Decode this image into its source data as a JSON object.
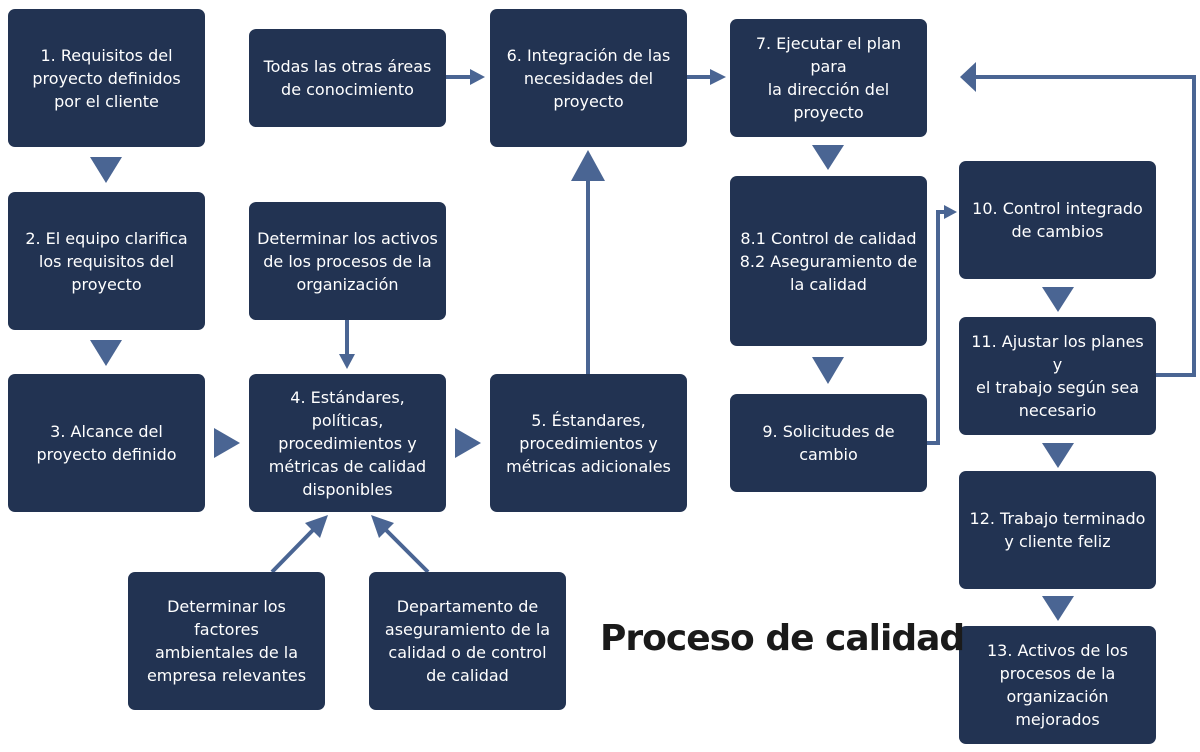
{
  "title": "Proceso de calidad",
  "colors": {
    "box": "#223352",
    "arrow": "#4a6593",
    "text": "#ffffff",
    "title": "#1a1a1a"
  },
  "nodes": {
    "n1": "1. Requisitos del\nproyecto definidos\npor el cliente",
    "n2": "2. El equipo clarifica\nlos requisitos del\nproyecto",
    "n3": "3. Alcance del\nproyecto definido",
    "n_other": "Todas las otras áreas\nde conocimiento",
    "n_activos": "Determinar los activos\nde los procesos de la\norganización",
    "n4": "4. Estándares, políticas,\nprocedimientos y\nmétricas de calidad\ndisponibles",
    "n_factores": "Determinar los factores\nambientales de la\nempresa relevantes",
    "n_depto": "Departamento de\naseguramiento de la\ncalidad o de control\nde calidad",
    "n6": "6. Integración de las\nnecesidades del\nproyecto",
    "n5": "5. Éstandares,\nprocedimientos y\nmétricas adicionales",
    "n7": "7. Ejecutar el plan para\nla dirección del proyecto",
    "n8": "8.1 Control de calidad\n8.2 Aseguramiento de\nla calidad",
    "n9": "9. Solicitudes de cambio",
    "n10": "10. Control integrado\nde cambios",
    "n11": "11. Ajustar los planes y\nel trabajo según sea\nnecesario",
    "n12": "12. Trabajo terminado\ny cliente feliz",
    "n13": "13. Activos de los\nprocesos de la\norganización\nmejorados"
  }
}
